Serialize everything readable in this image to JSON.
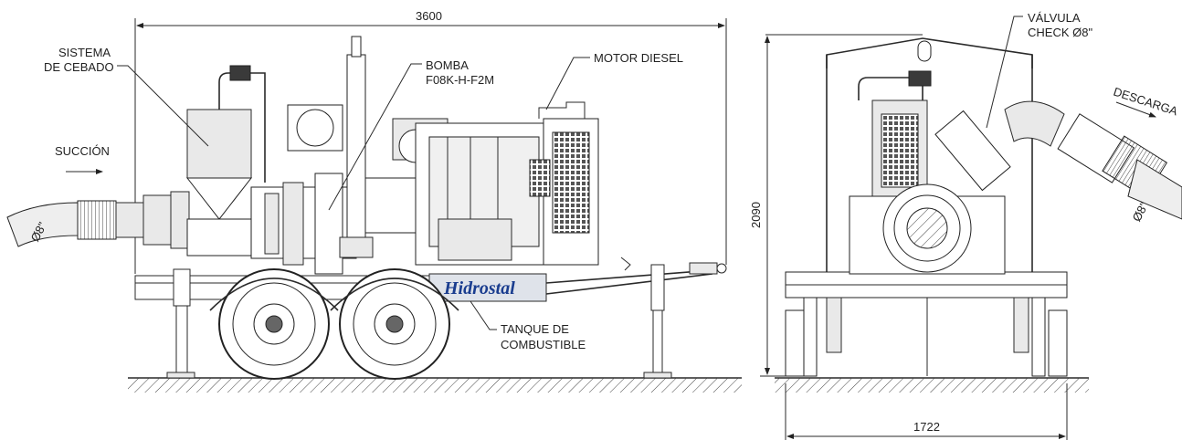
{
  "labels": {
    "sistema_cebado_1": "SISTEMA",
    "sistema_cebado_2": "DE CEBADO",
    "succion": "SUCCIÓN",
    "bomba_1": "BOMBA",
    "bomba_2": "F08K-H-F2M",
    "motor_diesel": "MOTOR DIESEL",
    "tanque_1": "TANQUE DE",
    "tanque_2": "COMBUSTIBLE",
    "valvula_1": "VÁLVULA",
    "valvula_2": "CHECK Ø8\"",
    "descarga": "DESCARGA",
    "brand": "Hidrostal"
  },
  "dimensions": {
    "overall_length": "3600",
    "overall_height": "2090",
    "overall_width": "1722",
    "suction_diameter": "Ø8\"",
    "discharge_diameter": "Ø8\""
  }
}
